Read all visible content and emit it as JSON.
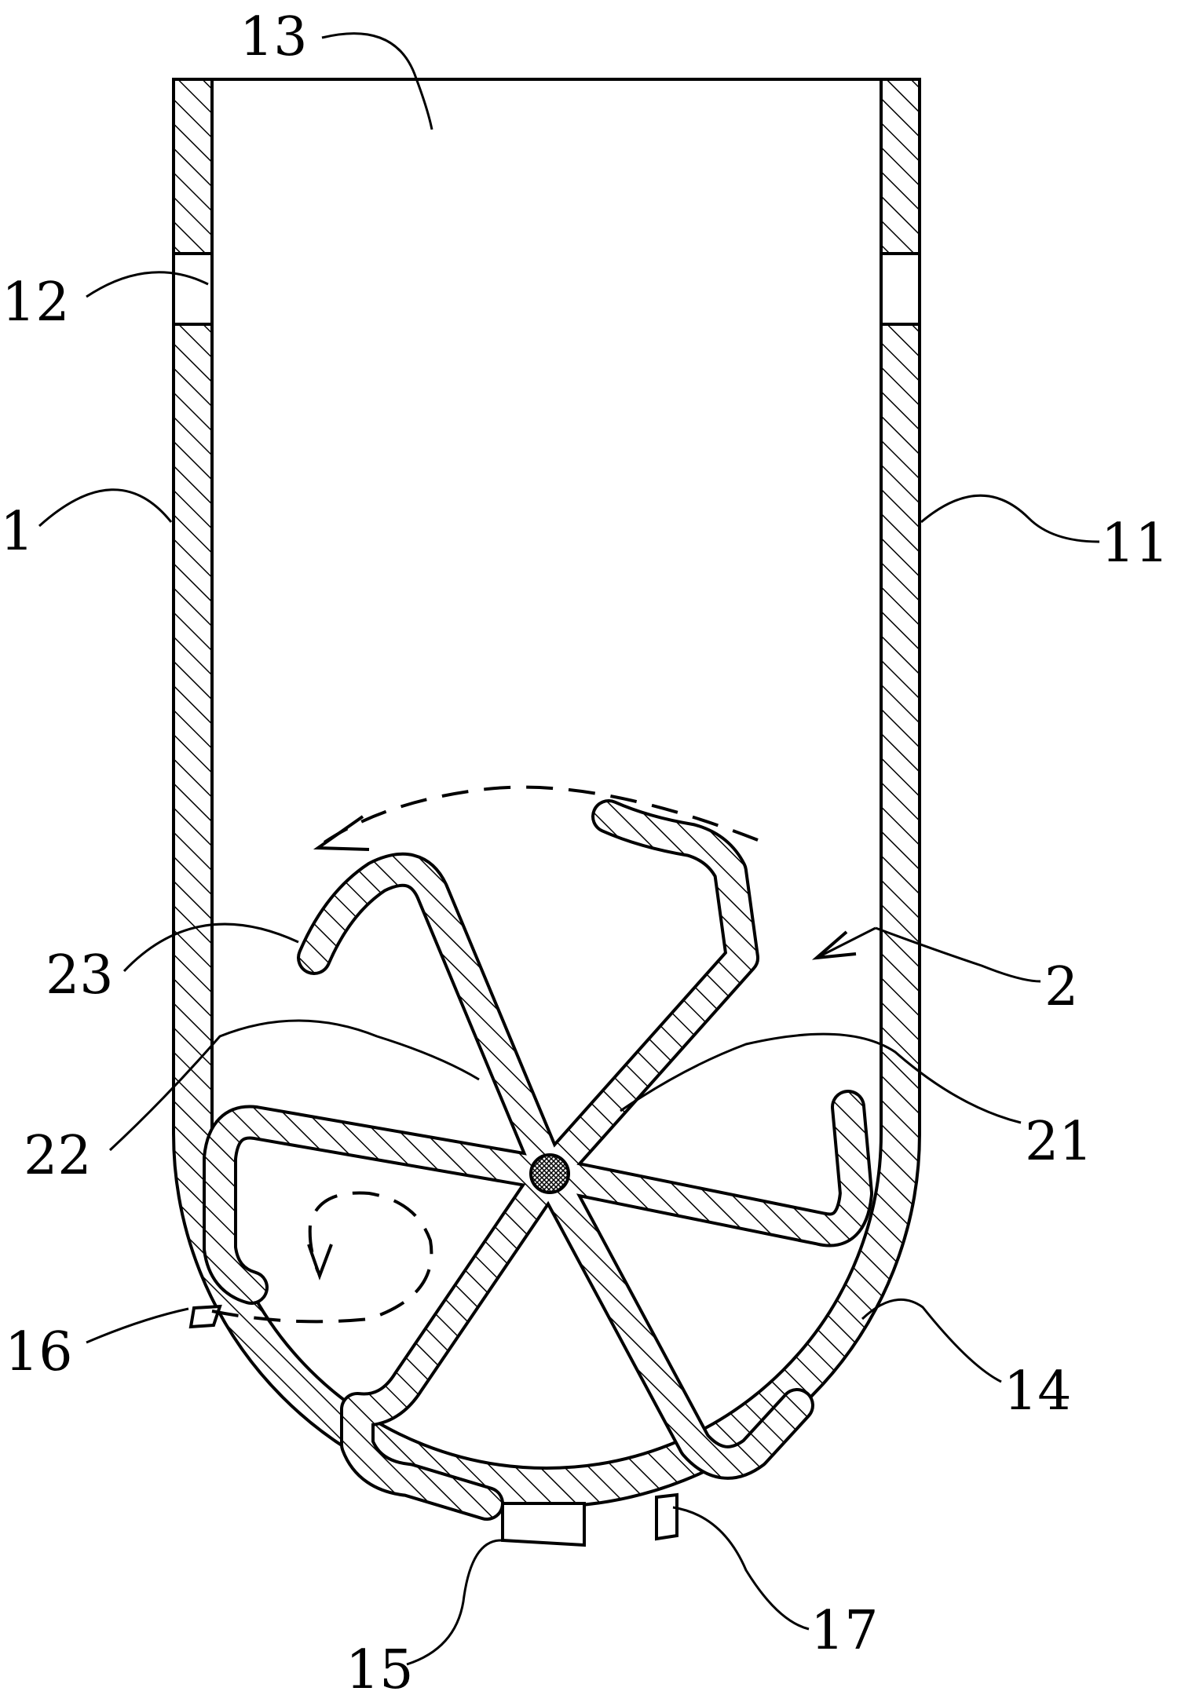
{
  "labels": {
    "l1": "1",
    "l2": "2",
    "l11": "11",
    "l12": "12",
    "l13": "13",
    "l14": "14",
    "l15": "15",
    "l16": "16",
    "l17": "17",
    "l21": "21",
    "l22": "22",
    "l23": "23"
  }
}
